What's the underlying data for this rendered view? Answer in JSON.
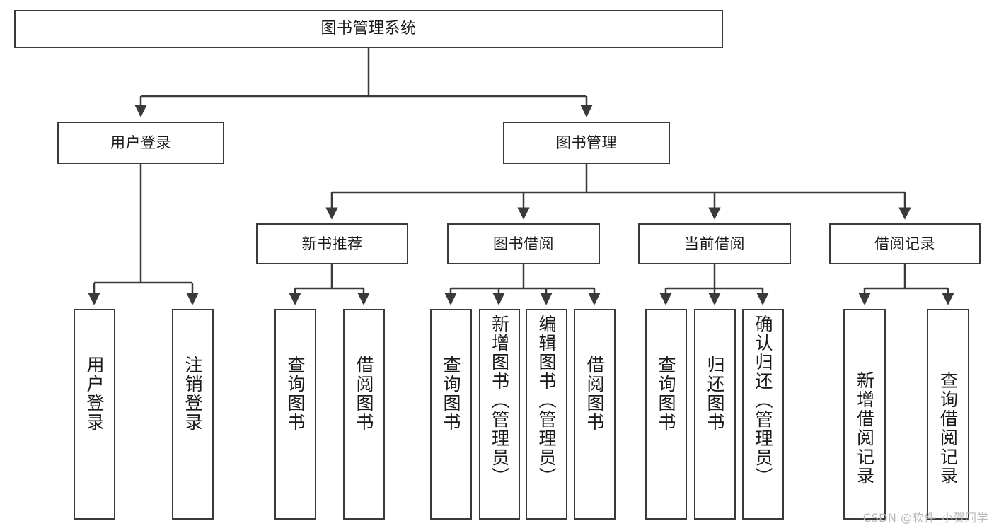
{
  "diagram": {
    "title": "图书管理系统",
    "type": "tree",
    "style": {
      "box_border_color": "#3a3a3a",
      "box_fill": "#ffffff",
      "connector_color": "#3a3a3a",
      "text_color": "#1a1a1a",
      "background": "#ffffff"
    },
    "root": {
      "label": "图书管理系统"
    },
    "level2": [
      {
        "label": "用户登录"
      },
      {
        "label": "图书管理"
      }
    ],
    "level3": [
      {
        "label": "新书推荐"
      },
      {
        "label": "图书借阅"
      },
      {
        "label": "当前借阅"
      },
      {
        "label": "借阅记录"
      }
    ],
    "leaves": {
      "user_login": [
        {
          "label": "用户登录"
        },
        {
          "label": "注销登录"
        }
      ],
      "new_book_recommend": [
        {
          "label": "查询图书"
        },
        {
          "label": "借阅图书"
        }
      ],
      "book_borrow": [
        {
          "label": "查询图书"
        },
        {
          "label": "新增图书（管理员）"
        },
        {
          "label": "编辑图书（管理员）"
        },
        {
          "label": "借阅图书"
        }
      ],
      "current_borrow": [
        {
          "label": "查询图书"
        },
        {
          "label": "归还图书"
        },
        {
          "label": "确认归还（管理员）"
        }
      ],
      "borrow_record": [
        {
          "label": "新增借阅记录"
        },
        {
          "label": "查询借阅记录"
        }
      ]
    }
  },
  "watermark": {
    "text": "CSDN @软件_小贺同学"
  }
}
